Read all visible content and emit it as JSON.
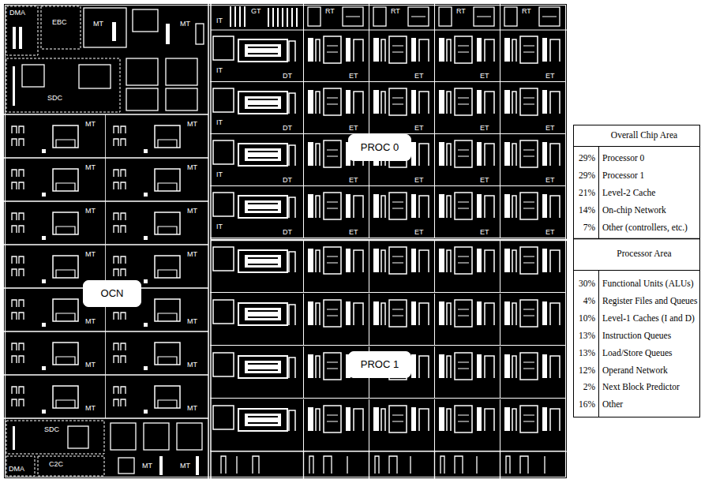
{
  "diagram": {
    "nodes": [
      {
        "text": [
          "PROC 0"
        ]
      },
      {
        "text": [
          "OCN"
        ]
      },
      {
        "text": [
          "PROC 1"
        ]
      }
    ],
    "labels": [
      "DMA",
      "EBC",
      "MT",
      "MT",
      "SDC",
      "MT",
      "MT",
      "MT",
      "MT",
      "MT",
      "MT",
      "MT",
      "MT",
      "MT",
      "MT",
      "MT",
      "MT",
      "MT",
      "MT",
      "SDC",
      "C2C",
      "DMA",
      "MT",
      "MT",
      "GT",
      "RT",
      "RT",
      "RT",
      "RT",
      "IT",
      "IT",
      "DT",
      "ET",
      "ET",
      "ET",
      "ET",
      "IT",
      "DT",
      "ET",
      "ET",
      "ET",
      "ET",
      "IT",
      "DT",
      "ET",
      "ET",
      "ET",
      "ET",
      "IT",
      "DT",
      "ET",
      "ET",
      "ET",
      "ET",
      "Overall Chip Area",
      "29%",
      "Processor 0",
      "29%",
      "Processor 1",
      "21%",
      "Level-2 Cache",
      "14%",
      "On-chip Network",
      "7%",
      "Other (controllers, etc.)",
      "Processor Area",
      "30%",
      "Functional Units (ALUs)",
      "4%",
      "Register Files and Queues",
      "10%",
      "Level-1 Caches (I and D)",
      "13%",
      "Instruction Queues",
      "13%",
      "Load/Store Queues",
      "12%",
      "Operand Network",
      "2%",
      "Next Block Predictor",
      "16%",
      "Other"
    ]
  }
}
